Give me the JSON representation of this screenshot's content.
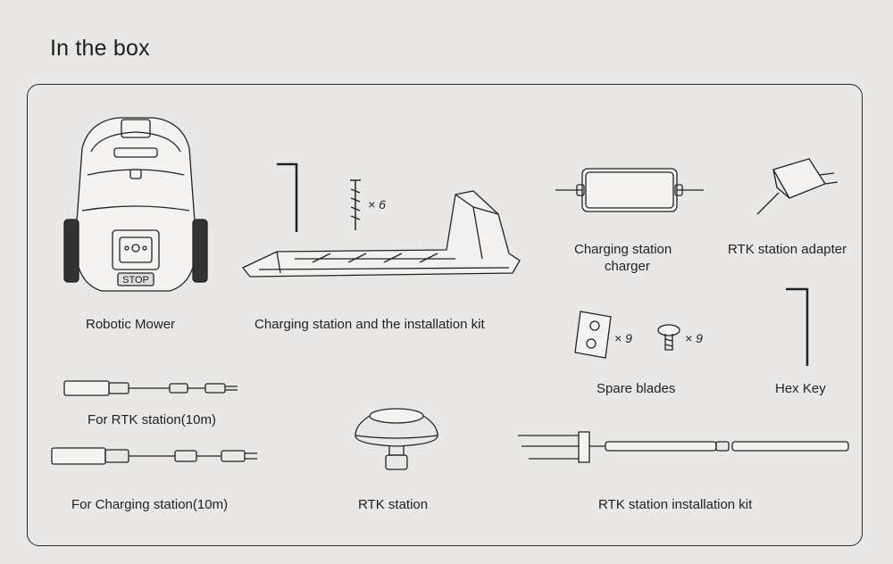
{
  "heading": "In the box",
  "items": {
    "robotic_mower": "Robotic Mower",
    "mower_stop": "STOP",
    "charging_station_kit": "Charging station and the installation kit",
    "screw_qty": "× 6",
    "charger_line1": "Charging station",
    "charger_line2": "charger",
    "rtk_adapter": "RTK station adapter",
    "spare_blades": "Spare blades",
    "blades_qty": "× 9",
    "blade_screws_qty": "× 9",
    "hex_key": "Hex Key",
    "cable_rtk": "For RTK station(10m)",
    "cable_charging": "For Charging station(10m)",
    "rtk_station": "RTK station",
    "rtk_install_kit": "RTK station installation kit"
  }
}
